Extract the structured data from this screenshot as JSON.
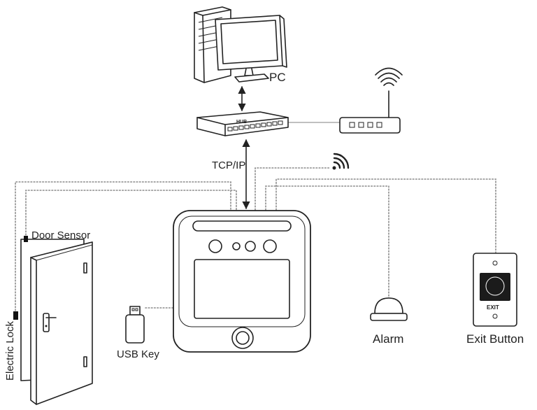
{
  "labels": {
    "pc": "PC",
    "hub": "HUB",
    "tcp_ip": "TCP/IP",
    "door_sensor": "Door Sensor",
    "electric_lock": "Electric Lock",
    "usb_key": "USB Key",
    "alarm": "Alarm",
    "exit_button": "Exit Button",
    "exit_plate": "EXIT"
  }
}
